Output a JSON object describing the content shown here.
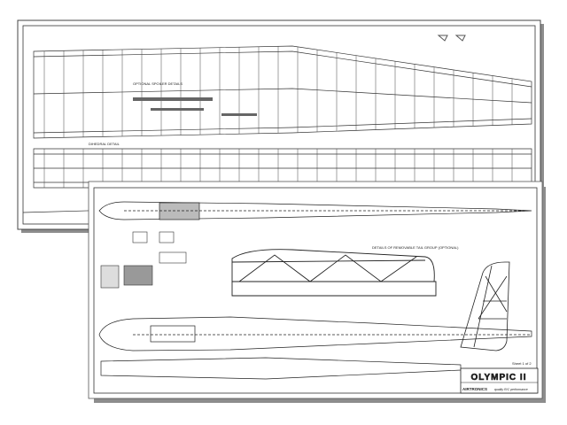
{
  "sheets": [
    {
      "name": "wing-sheet"
    },
    {
      "name": "fuselage-sheet",
      "sheet_label": "Sheet 1 of 2"
    }
  ],
  "title_block": {
    "title": "OLYMPIC II",
    "brand": "AIRTRONICS",
    "tagline": "quality R/C performance"
  },
  "details": {
    "tail_group_caption": "DETAILS OF REMOVABLE TAIL GROUP (OPTIONAL)",
    "spoiler_caption": "OPTIONAL SPOILER DETAILS",
    "dihedral_caption": "DIHEDRAL DETAIL"
  },
  "colors": {
    "line": "#222222",
    "paper": "#ffffff",
    "shadow": "#9a9a9a"
  }
}
